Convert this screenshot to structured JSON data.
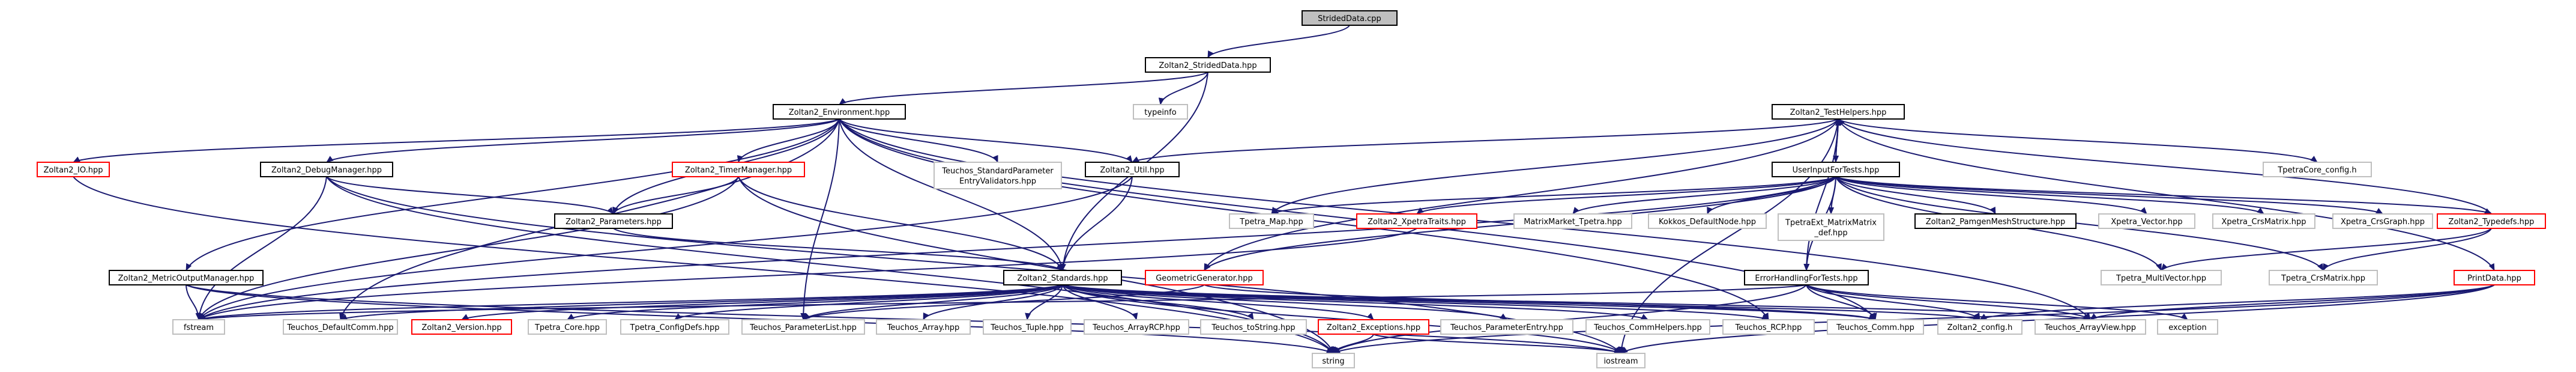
{
  "diagram": {
    "colors": {
      "edge": "#191970",
      "box_border": "#000000",
      "missing_border": "#bfbfbf",
      "highlight_border": "#ff0000",
      "root_fill": "#bfbfbf",
      "fill": "#ffffff"
    },
    "nodes": [
      {
        "id": "n0",
        "label": "StridedData.cpp",
        "style": "root"
      },
      {
        "id": "n1",
        "label": "Zoltan2_StridedData.hpp",
        "style": "normal"
      },
      {
        "id": "n2",
        "label": "Zoltan2_Environment.hpp",
        "style": "normal"
      },
      {
        "id": "n3",
        "label": "typeinfo",
        "style": "missing"
      },
      {
        "id": "n4",
        "label": "Zoltan2_TestHelpers.hpp",
        "style": "normal"
      },
      {
        "id": "n5",
        "label": "Zoltan2_IO.hpp",
        "style": "highlight"
      },
      {
        "id": "n6",
        "label": "Zoltan2_DebugManager.hpp",
        "style": "normal"
      },
      {
        "id": "n7",
        "label": "Zoltan2_TimerManager.hpp",
        "style": "highlight"
      },
      {
        "id": "n8",
        "label": [
          "Teuchos_StandardParameter",
          "EntryValidators.hpp"
        ],
        "style": "missing"
      },
      {
        "id": "n9",
        "label": "Zoltan2_Util.hpp",
        "style": "normal"
      },
      {
        "id": "n10",
        "label": "UserInputForTests.hpp",
        "style": "normal"
      },
      {
        "id": "n11",
        "label": "TpetraCore_config.h",
        "style": "missing"
      },
      {
        "id": "n12",
        "label": "Zoltan2_Parameters.hpp",
        "style": "normal"
      },
      {
        "id": "n13",
        "label": "Tpetra_Map.hpp",
        "style": "missing"
      },
      {
        "id": "n14",
        "label": "Zoltan2_XpetraTraits.hpp",
        "style": "highlight"
      },
      {
        "id": "n15",
        "label": "MatrixMarket_Tpetra.hpp",
        "style": "missing"
      },
      {
        "id": "n16",
        "label": "Kokkos_DefaultNode.hpp",
        "style": "missing"
      },
      {
        "id": "n17",
        "label": [
          "TpetraExt_MatrixMatrix",
          "_def.hpp"
        ],
        "style": "missing"
      },
      {
        "id": "n18",
        "label": "Zoltan2_PamgenMeshStructure.hpp",
        "style": "normal"
      },
      {
        "id": "n19",
        "label": "Xpetra_Vector.hpp",
        "style": "missing"
      },
      {
        "id": "n20",
        "label": "Xpetra_CrsMatrix.hpp",
        "style": "missing"
      },
      {
        "id": "n21",
        "label": "Xpetra_CrsGraph.hpp",
        "style": "missing"
      },
      {
        "id": "n22",
        "label": "Zoltan2_Typedefs.hpp",
        "style": "highlight"
      },
      {
        "id": "n23",
        "label": "Zoltan2_MetricOutputManager.hpp",
        "style": "normal"
      },
      {
        "id": "n24",
        "label": "Zoltan2_Standards.hpp",
        "style": "normal"
      },
      {
        "id": "n25",
        "label": "GeometricGenerator.hpp",
        "style": "highlight"
      },
      {
        "id": "n26",
        "label": "ErrorHandlingForTests.hpp",
        "style": "normal"
      },
      {
        "id": "n27",
        "label": "Tpetra_MultiVector.hpp",
        "style": "missing"
      },
      {
        "id": "n28",
        "label": "Tpetra_CrsMatrix.hpp",
        "style": "missing"
      },
      {
        "id": "n29",
        "label": "PrintData.hpp",
        "style": "highlight"
      },
      {
        "id": "n30",
        "label": "fstream",
        "style": "missing"
      },
      {
        "id": "n31",
        "label": "Teuchos_DefaultComm.hpp",
        "style": "missing"
      },
      {
        "id": "n32",
        "label": "Zoltan2_Version.hpp",
        "style": "highlight"
      },
      {
        "id": "n33",
        "label": "Tpetra_Core.hpp",
        "style": "missing"
      },
      {
        "id": "n34",
        "label": "Tpetra_ConfigDefs.hpp",
        "style": "missing"
      },
      {
        "id": "n35",
        "label": "Teuchos_ParameterList.hpp",
        "style": "missing"
      },
      {
        "id": "n36",
        "label": "Teuchos_Array.hpp",
        "style": "missing"
      },
      {
        "id": "n37",
        "label": "Teuchos_Tuple.hpp",
        "style": "missing"
      },
      {
        "id": "n38",
        "label": "Teuchos_ArrayRCP.hpp",
        "style": "missing"
      },
      {
        "id": "n39",
        "label": "Teuchos_toString.hpp",
        "style": "missing"
      },
      {
        "id": "n40",
        "label": "Zoltan2_Exceptions.hpp",
        "style": "highlight"
      },
      {
        "id": "n41",
        "label": "Teuchos_ParameterEntry.hpp",
        "style": "missing"
      },
      {
        "id": "n42",
        "label": "Teuchos_CommHelpers.hpp",
        "style": "missing"
      },
      {
        "id": "n43",
        "label": "Teuchos_RCP.hpp",
        "style": "missing"
      },
      {
        "id": "n44",
        "label": "Teuchos_Comm.hpp",
        "style": "missing"
      },
      {
        "id": "n45",
        "label": "Zoltan2_config.h",
        "style": "missing"
      },
      {
        "id": "n46",
        "label": "Teuchos_ArrayView.hpp",
        "style": "missing"
      },
      {
        "id": "n47",
        "label": "exception",
        "style": "missing"
      },
      {
        "id": "n48",
        "label": "string",
        "style": "missing"
      },
      {
        "id": "n49",
        "label": "iostream",
        "style": "missing"
      }
    ],
    "edges": [
      [
        "n0",
        "n1"
      ],
      [
        "n1",
        "n2"
      ],
      [
        "n1",
        "n3"
      ],
      [
        "n1",
        "n24"
      ],
      [
        "n2",
        "n5"
      ],
      [
        "n2",
        "n6"
      ],
      [
        "n2",
        "n7"
      ],
      [
        "n2",
        "n8"
      ],
      [
        "n2",
        "n9"
      ],
      [
        "n2",
        "n12"
      ],
      [
        "n2",
        "n23"
      ],
      [
        "n2",
        "n24"
      ],
      [
        "n2",
        "n31"
      ],
      [
        "n2",
        "n35"
      ],
      [
        "n2",
        "n43"
      ],
      [
        "n2",
        "n44"
      ],
      [
        "n2",
        "n46"
      ],
      [
        "n4",
        "n9"
      ],
      [
        "n4",
        "n10"
      ],
      [
        "n4",
        "n11"
      ],
      [
        "n4",
        "n13"
      ],
      [
        "n4",
        "n25"
      ],
      [
        "n4",
        "n26"
      ],
      [
        "n4",
        "n29"
      ],
      [
        "n4",
        "n49"
      ],
      [
        "n10",
        "n4"
      ],
      [
        "n10",
        "n13"
      ],
      [
        "n10",
        "n14"
      ],
      [
        "n10",
        "n15"
      ],
      [
        "n10",
        "n16"
      ],
      [
        "n10",
        "n17"
      ],
      [
        "n10",
        "n18"
      ],
      [
        "n10",
        "n19"
      ],
      [
        "n10",
        "n20"
      ],
      [
        "n10",
        "n21"
      ],
      [
        "n10",
        "n22"
      ],
      [
        "n10",
        "n25"
      ],
      [
        "n10",
        "n26"
      ],
      [
        "n10",
        "n27"
      ],
      [
        "n10",
        "n28"
      ],
      [
        "n10",
        "n30"
      ],
      [
        "n22",
        "n4"
      ],
      [
        "n22",
        "n27"
      ],
      [
        "n22",
        "n28"
      ],
      [
        "n5",
        "n48"
      ],
      [
        "n6",
        "n12"
      ],
      [
        "n6",
        "n30"
      ],
      [
        "n6",
        "n48"
      ],
      [
        "n6",
        "n49"
      ],
      [
        "n7",
        "n12"
      ],
      [
        "n7",
        "n24"
      ],
      [
        "n7",
        "n30"
      ],
      [
        "n7",
        "n48"
      ],
      [
        "n9",
        "n24"
      ],
      [
        "n9",
        "n30"
      ],
      [
        "n12",
        "n24"
      ],
      [
        "n23",
        "n30"
      ],
      [
        "n23",
        "n48"
      ],
      [
        "n23",
        "n49"
      ],
      [
        "n14",
        "n30"
      ],
      [
        "n24",
        "n30"
      ],
      [
        "n24",
        "n31"
      ],
      [
        "n24",
        "n32"
      ],
      [
        "n24",
        "n33"
      ],
      [
        "n24",
        "n34"
      ],
      [
        "n24",
        "n35"
      ],
      [
        "n24",
        "n36"
      ],
      [
        "n24",
        "n37"
      ],
      [
        "n24",
        "n38"
      ],
      [
        "n24",
        "n39"
      ],
      [
        "n24",
        "n40"
      ],
      [
        "n24",
        "n41"
      ],
      [
        "n24",
        "n42"
      ],
      [
        "n24",
        "n43"
      ],
      [
        "n24",
        "n44"
      ],
      [
        "n24",
        "n45"
      ],
      [
        "n24",
        "n46"
      ],
      [
        "n24",
        "n49"
      ],
      [
        "n25",
        "n35"
      ],
      [
        "n25",
        "n44"
      ],
      [
        "n26",
        "n30"
      ],
      [
        "n26",
        "n44"
      ],
      [
        "n26",
        "n45"
      ],
      [
        "n26",
        "n46"
      ],
      [
        "n26",
        "n47"
      ],
      [
        "n26",
        "n48"
      ],
      [
        "n29",
        "n45"
      ],
      [
        "n29",
        "n46"
      ],
      [
        "n29",
        "n48"
      ],
      [
        "n29",
        "n49"
      ],
      [
        "n40",
        "n48"
      ],
      [
        "n40",
        "n49"
      ]
    ]
  }
}
